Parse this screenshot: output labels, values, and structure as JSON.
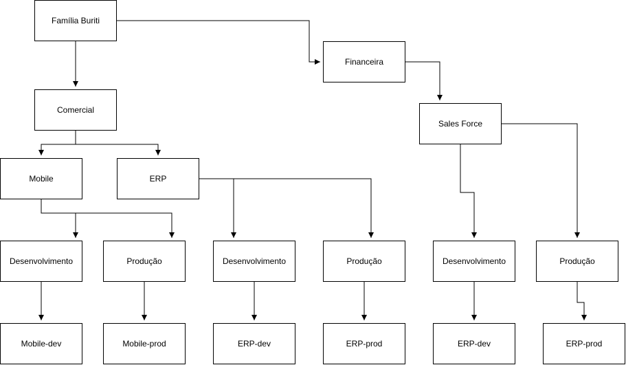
{
  "diagram": {
    "nodes": {
      "familia_buriti": "Família Buriti",
      "financeira": "Financeira",
      "comercial": "Comercial",
      "sales_force": "Sales Force",
      "mobile": "Mobile",
      "erp": "ERP",
      "mobile_desenvolvimento": "Desenvolvimento",
      "mobile_producao": "Produção",
      "erp_desenvolvimento": "Desenvolvimento",
      "erp_producao": "Produção",
      "sf_desenvolvimento": "Desenvolvimento",
      "sf_producao": "Produção",
      "mobile_dev": "Mobile-dev",
      "mobile_prod": "Mobile-prod",
      "erp_dev": "ERP-dev",
      "erp_prod": "ERP-prod",
      "sf_erp_dev": "ERP-dev",
      "sf_erp_prod": "ERP-prod"
    },
    "edges": [
      [
        "familia_buriti",
        "comercial"
      ],
      [
        "familia_buriti",
        "financeira"
      ],
      [
        "financeira",
        "sales_force"
      ],
      [
        "comercial",
        "mobile"
      ],
      [
        "comercial",
        "erp"
      ],
      [
        "mobile",
        "mobile_desenvolvimento"
      ],
      [
        "mobile",
        "mobile_producao"
      ],
      [
        "erp",
        "erp_desenvolvimento"
      ],
      [
        "erp",
        "erp_producao"
      ],
      [
        "sales_force",
        "sf_desenvolvimento"
      ],
      [
        "sales_force",
        "sf_producao"
      ],
      [
        "mobile_desenvolvimento",
        "mobile_dev"
      ],
      [
        "mobile_producao",
        "mobile_prod"
      ],
      [
        "erp_desenvolvimento",
        "erp_dev"
      ],
      [
        "erp_producao",
        "erp_prod"
      ],
      [
        "sf_desenvolvimento",
        "sf_erp_dev"
      ],
      [
        "sf_producao",
        "sf_erp_prod"
      ]
    ]
  }
}
